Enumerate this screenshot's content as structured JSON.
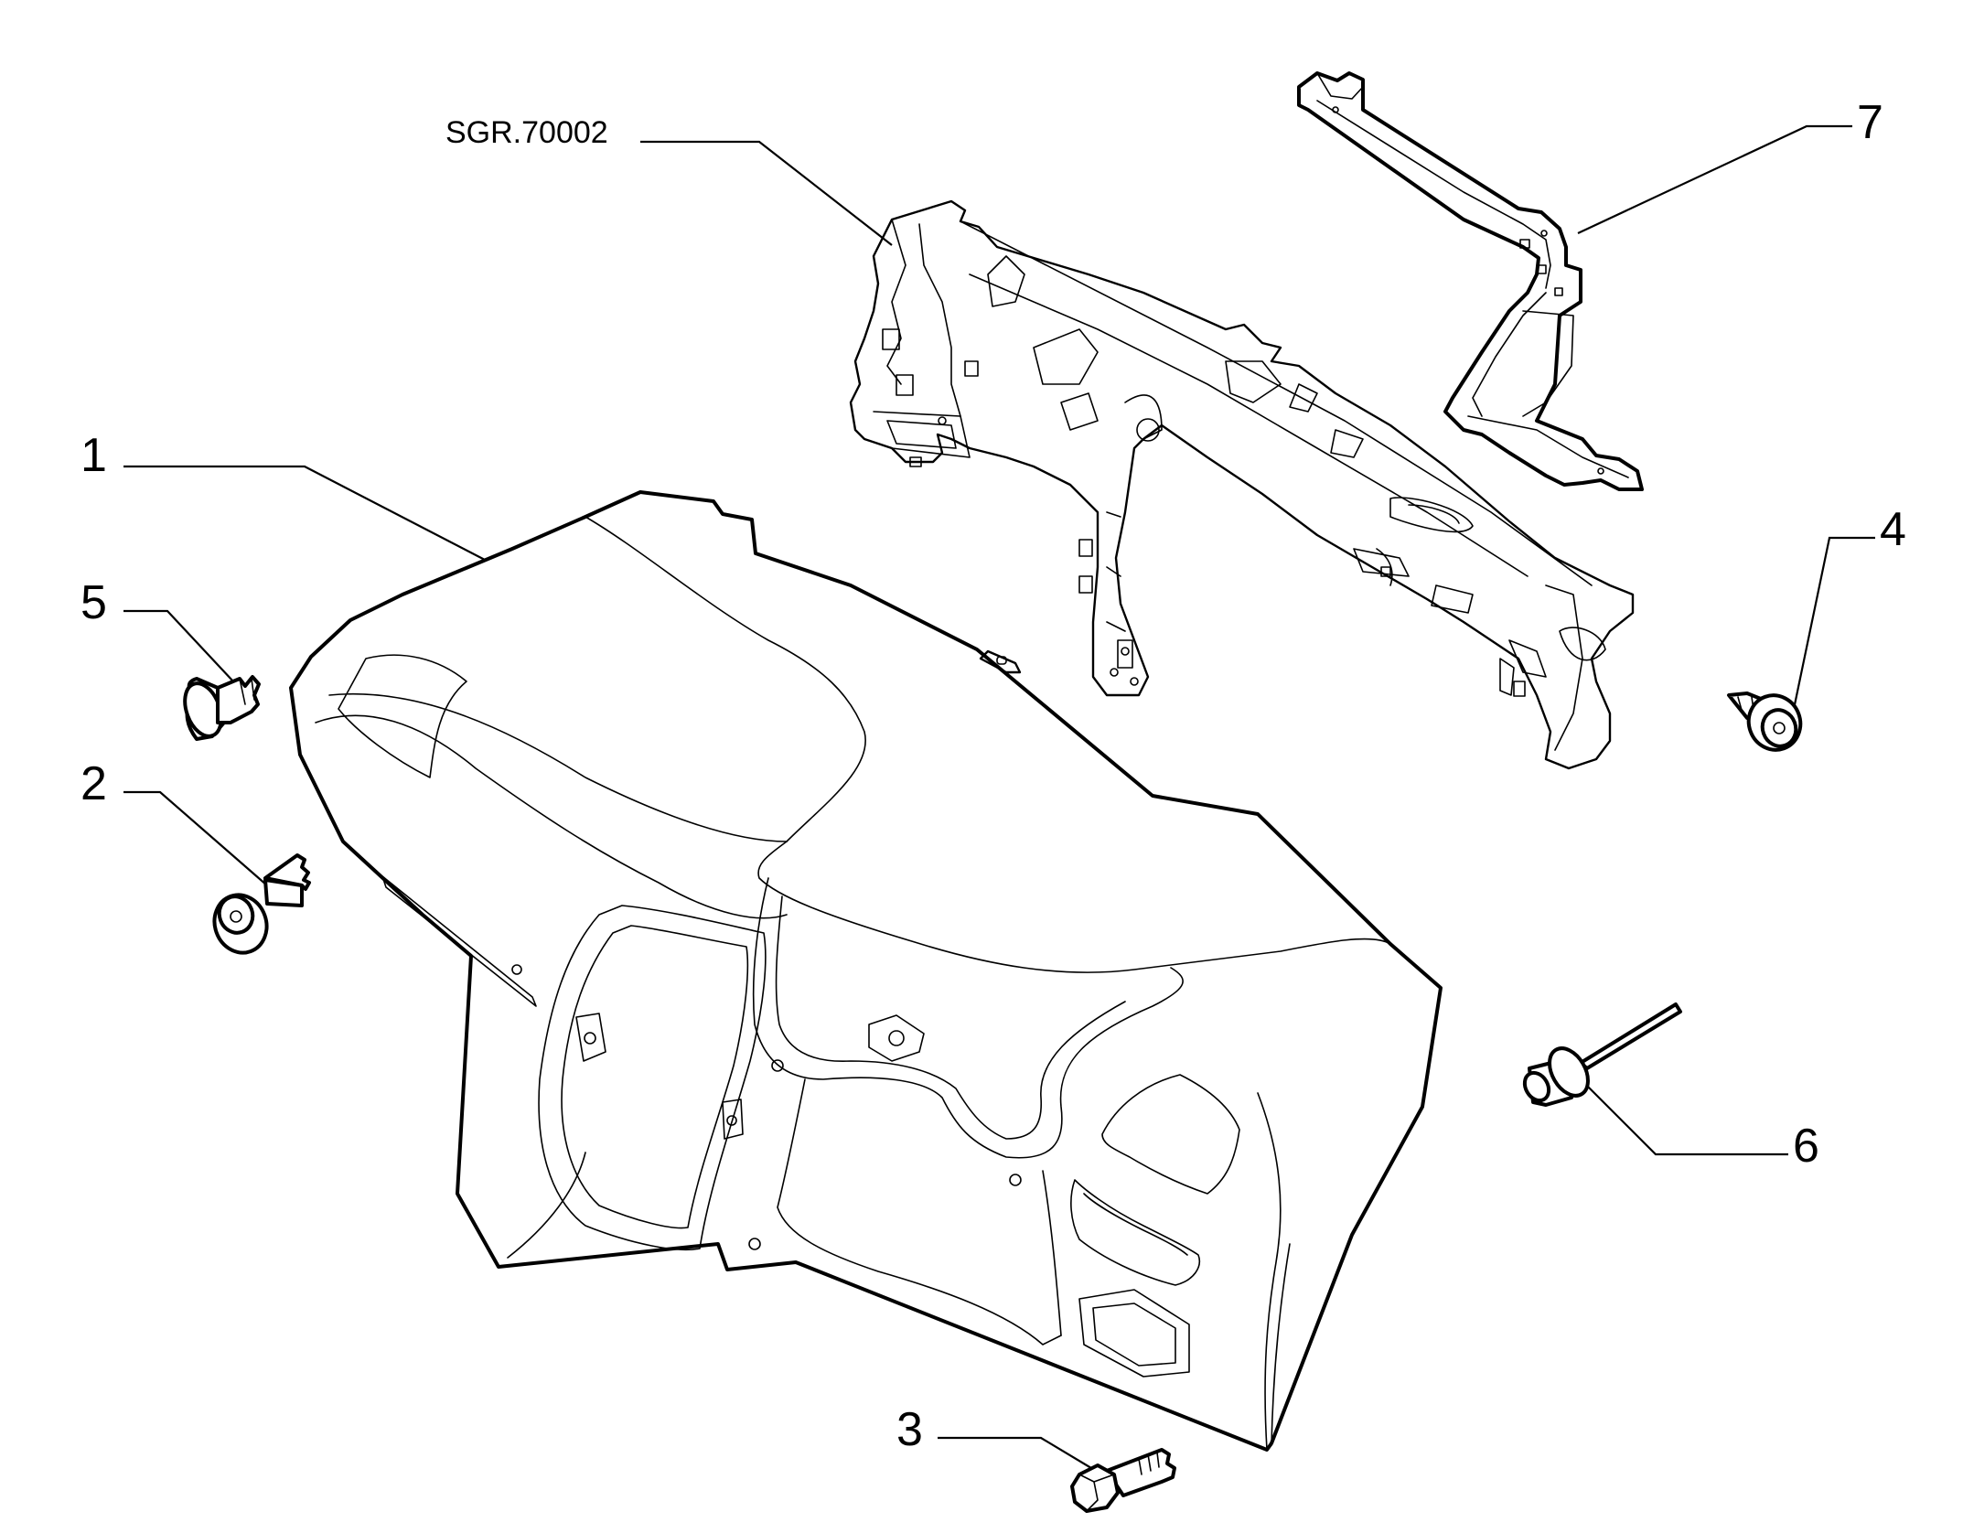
{
  "diagram": {
    "reference_label": "SGR.70002",
    "callouts": [
      {
        "id": "1",
        "label": "1"
      },
      {
        "id": "2",
        "label": "2"
      },
      {
        "id": "3",
        "label": "3"
      },
      {
        "id": "4",
        "label": "4"
      },
      {
        "id": "5",
        "label": "5"
      },
      {
        "id": "6",
        "label": "6"
      },
      {
        "id": "7",
        "label": "7"
      }
    ],
    "parts": [
      {
        "callout": "1",
        "icon": "dashboard-panel-icon"
      },
      {
        "callout": "2",
        "icon": "flange-bolt-icon"
      },
      {
        "callout": "3",
        "icon": "hex-bolt-icon"
      },
      {
        "callout": "4",
        "icon": "self-tapping-screw-icon"
      },
      {
        "callout": "5",
        "icon": "push-clip-icon"
      },
      {
        "callout": "6",
        "icon": "blind-rivet-icon"
      },
      {
        "callout": "7",
        "icon": "support-bracket-icon"
      },
      {
        "callout": "SGR.70002",
        "icon": "cross-car-beam-icon"
      }
    ]
  }
}
